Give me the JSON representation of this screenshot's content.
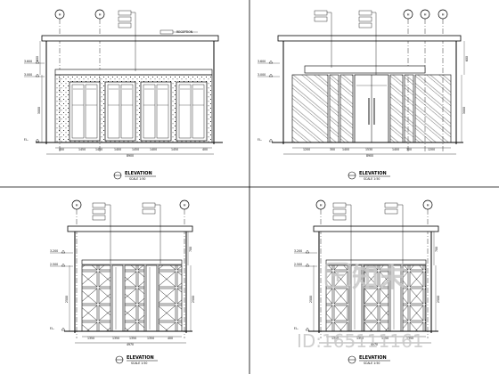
{
  "sheet": {
    "id_text": "ID:165111161",
    "watermark_logo": "知末"
  },
  "panels": [
    {
      "title": "ELEVATION",
      "subtitle": "SCALE 1:50",
      "grid_bubbles": [
        "H",
        "H"
      ],
      "levels": [
        "3.600",
        "3.000",
        "F.L."
      ],
      "dims_bottom": [
        "400",
        "1450",
        "1450",
        "1400",
        "1450",
        "1400",
        "1450",
        "400"
      ],
      "dim_total": "8900",
      "dim_vertical": [
        "3000",
        "600"
      ],
      "note_label": "RECEPTION"
    },
    {
      "title": "ELEVATION",
      "subtitle": "SCALE 1:50",
      "grid_bubbles": [
        "H",
        "H",
        "H"
      ],
      "levels": [
        "3.600",
        "3.000",
        "F.L."
      ],
      "dims_bottom": [
        "1200",
        "300",
        "1400",
        "1530",
        "1400",
        "300",
        "1200"
      ],
      "dim_total": "8900",
      "dim_vertical": [
        "3000",
        "600"
      ]
    },
    {
      "title": "ELEVATION",
      "subtitle": "SCALE 1:50",
      "grid_bubbles": [
        "H",
        "H"
      ],
      "levels": [
        "3.200",
        "2.500",
        "F.L."
      ],
      "dims_bottom": [
        "1350",
        "1350",
        "1350",
        "1350",
        "400"
      ],
      "dim_total": "4970",
      "dim_vertical": [
        "2500",
        "700"
      ]
    },
    {
      "title": "ELEVATION",
      "subtitle": "SCALE 1:50",
      "grid_bubbles": [
        "H",
        "H"
      ],
      "levels": [
        "3.200",
        "2.500",
        "F.L."
      ],
      "dims_bottom": [
        "1350",
        "1350",
        "1350",
        "1350"
      ],
      "dim_total": "4970",
      "dim_vertical": [
        "2500",
        "700"
      ]
    }
  ]
}
